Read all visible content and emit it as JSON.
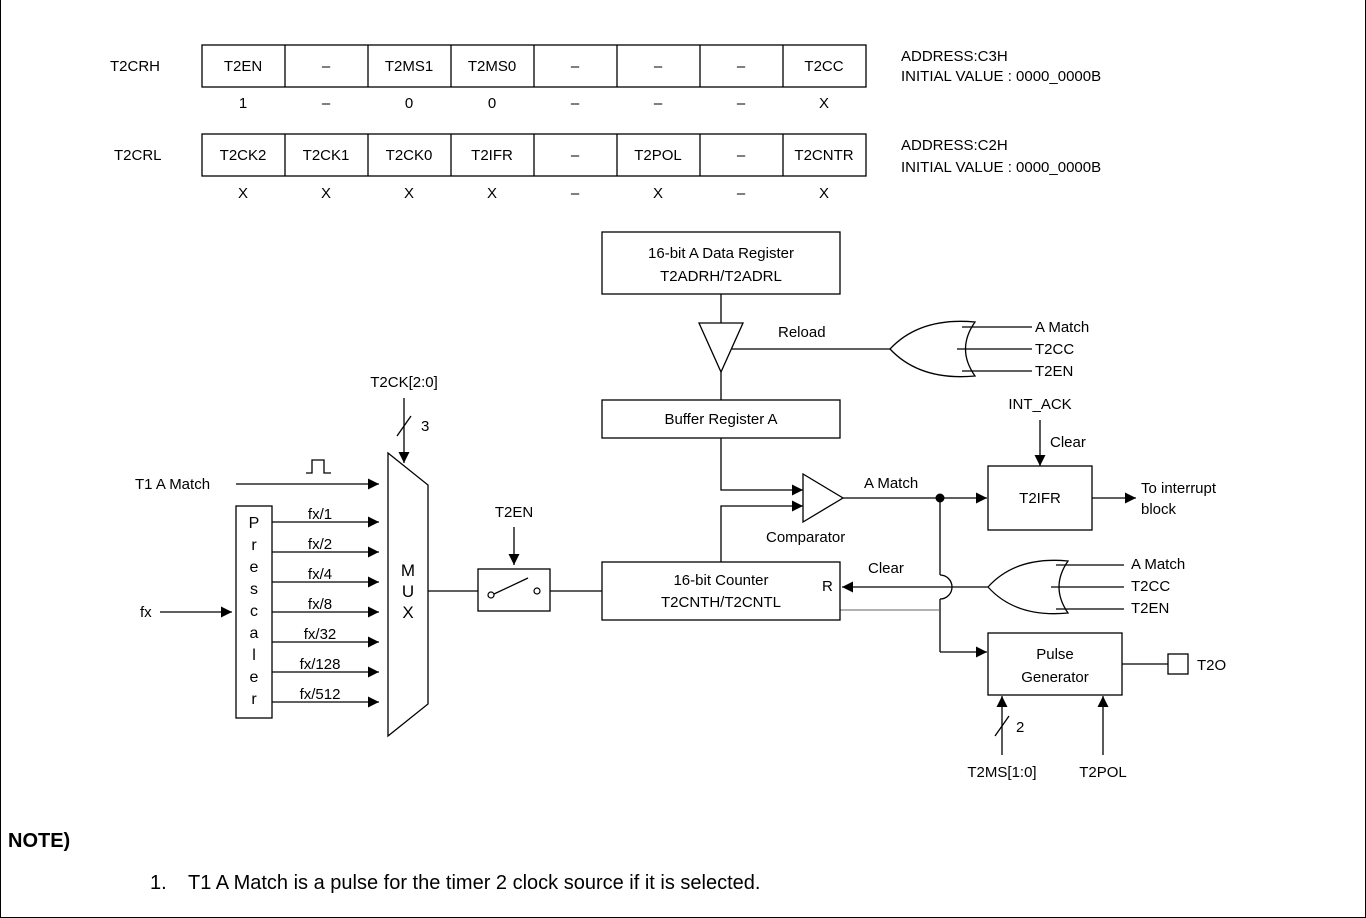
{
  "registers": [
    {
      "name": "T2CRH",
      "bits": [
        "T2EN",
        "–",
        "T2MS1",
        "T2MS0",
        "–",
        "–",
        "–",
        "T2CC"
      ],
      "values": [
        "1",
        "–",
        "0",
        "0",
        "–",
        "–",
        "–",
        "X"
      ],
      "address": "ADDRESS:C3H",
      "initial_value": "INITIAL VALUE : 0000_0000B"
    },
    {
      "name": "T2CRL",
      "bits": [
        "T2CK2",
        "T2CK1",
        "T2CK0",
        "T2IFR",
        "–",
        "T2POL",
        "–",
        "T2CNTR"
      ],
      "values": [
        "X",
        "X",
        "X",
        "X",
        "–",
        "X",
        "–",
        "X"
      ],
      "address": "ADDRESS:C2H",
      "initial_value": "INITIAL VALUE : 0000_0000B"
    }
  ],
  "diagram": {
    "data_register": [
      "16-bit A Data Register",
      "T2ADRH/T2ADRL"
    ],
    "reload_label": "Reload",
    "or_top_inputs": [
      "A Match",
      "T2CC",
      "T2EN"
    ],
    "buffer_register": "Buffer Register A",
    "int_ack": "INT_ACK",
    "clear_label_top": "Clear",
    "t2ifr_block": "T2IFR",
    "interrupt_out": [
      "To interrupt",
      "block"
    ],
    "a_match_label": "A Match",
    "comparator_label": "Comparator",
    "t2ck_label": "T2CK[2:0]",
    "t2ck_width": "3",
    "t1_match": "T1 A Match",
    "prescaler_letters": [
      "P",
      "r",
      "e",
      "s",
      "c",
      "a",
      "l",
      "e",
      "r"
    ],
    "fx_input": "fx",
    "fx_divisions": [
      "fx/1",
      "fx/2",
      "fx/4",
      "fx/8",
      "fx/32",
      "fx/128",
      "fx/512"
    ],
    "mux_letters": [
      "M",
      "U",
      "X"
    ],
    "t2en_switch_label": "T2EN",
    "counter": [
      "16-bit Counter",
      "T2CNTH/T2CNTL"
    ],
    "counter_reset": "R",
    "clear_label_mid": "Clear",
    "or_mid_inputs": [
      "A Match",
      "T2CC",
      "T2EN"
    ],
    "pulse_generator": [
      "Pulse",
      "Generator"
    ],
    "output_pin": "T2O",
    "t2ms_width": "2",
    "t2ms_label": "T2MS[1:0]",
    "t2pol_label": "T2POL"
  },
  "note": {
    "title": "NOTE)",
    "items": [
      {
        "number": "1.",
        "text": "T1 A Match is a pulse for the timer 2 clock source if it is selected."
      }
    ]
  }
}
